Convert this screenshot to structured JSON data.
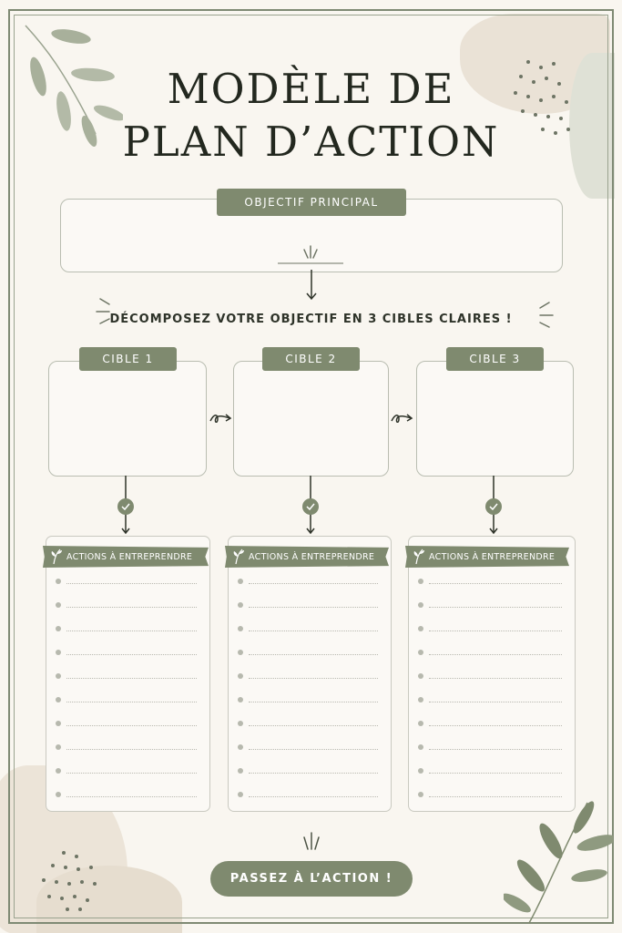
{
  "title": {
    "line1": "MODÈLE DE",
    "line2": "PLAN D’ACTION"
  },
  "objective": {
    "label": "OBJECTIF PRINCIPAL"
  },
  "instruction": "DÉCOMPOSEZ VOTRE OBJECTIF EN 3 CIBLES CLAIRES !",
  "targets": [
    {
      "label": "CIBLE 1",
      "actions_label": "ACTIONS À ENTREPRENDRE"
    },
    {
      "label": "CIBLE 2",
      "actions_label": "ACTIONS À ENTREPRENDRE"
    },
    {
      "label": "CIBLE 3",
      "actions_label": "ACTIONS À ENTREPRENDRE"
    }
  ],
  "action_lines_per_card": 10,
  "cta": "PASSEZ À L’ACTION !",
  "colors": {
    "background": "#f9f6f0",
    "accent": "#7f8a6f",
    "text": "#23281f",
    "border": "#b9bdb1"
  },
  "icons": [
    "leaf-branch-icon",
    "sparkle-icon",
    "arrow-down-icon",
    "curly-arrow-icon",
    "check-circle-icon",
    "leaf-icon"
  ]
}
